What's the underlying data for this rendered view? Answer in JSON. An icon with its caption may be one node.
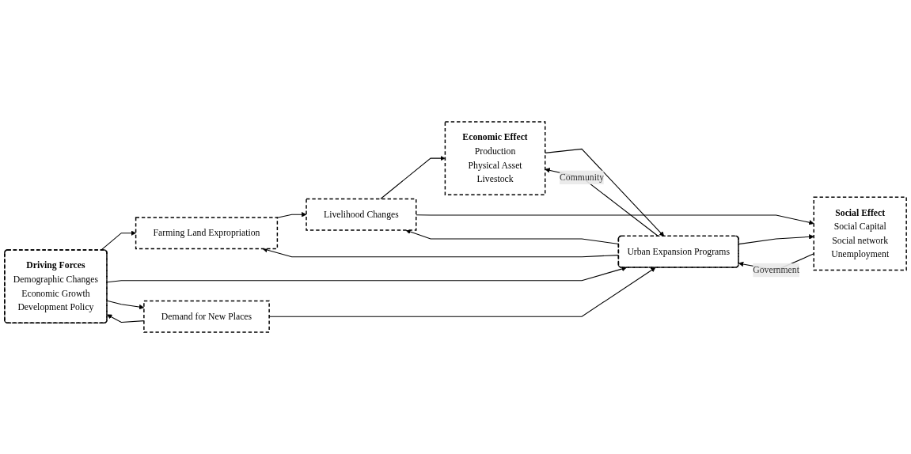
{
  "diagram": {
    "nodes": [
      {
        "text": [
          "Driving Forces",
          "Demographic Changes",
          "Economic Growth",
          "Development Policy"
        ]
      },
      {
        "text": [
          "Farming Land Expropriation"
        ]
      },
      {
        "text": [
          "Livelihood Changes"
        ]
      },
      {
        "text": [
          "Urban Expansion Programs"
        ]
      },
      {
        "text": [
          "Economic Effect",
          "Production",
          "Physical Asset",
          "Livestock"
        ]
      },
      {
        "text": [
          "Social Effect",
          "Social Capital",
          "Social network",
          "Unemployment"
        ]
      },
      {
        "text": [
          "Demand for New Places"
        ]
      }
    ],
    "edges": [
      {
        "from": 0,
        "to": 1,
        "arrow": "to"
      },
      {
        "from": 0,
        "to": 3,
        "arrow": "to"
      },
      {
        "from": 0,
        "to": 6,
        "arrow": "to"
      },
      {
        "from": 6,
        "to": 0,
        "arrow": "to"
      },
      {
        "from": 6,
        "to": 3,
        "arrow": "to"
      },
      {
        "from": 3,
        "to": 1,
        "arrow": "to"
      },
      {
        "from": 3,
        "to": 2,
        "arrow": "to"
      },
      {
        "from": 1,
        "to": 2,
        "arrow": "to"
      },
      {
        "from": 2,
        "to": 4,
        "arrow": "to"
      },
      {
        "from": 2,
        "to": 5,
        "arrow": "to"
      },
      {
        "from": 3,
        "to": 4,
        "label": "Community",
        "arrow": "to"
      },
      {
        "from": 3,
        "to": 5,
        "arrow": "to"
      },
      {
        "from": 4,
        "to": 3,
        "arrow": "to"
      },
      {
        "from": 5,
        "to": 3,
        "label": "Government",
        "arrow": "to"
      }
    ]
  }
}
